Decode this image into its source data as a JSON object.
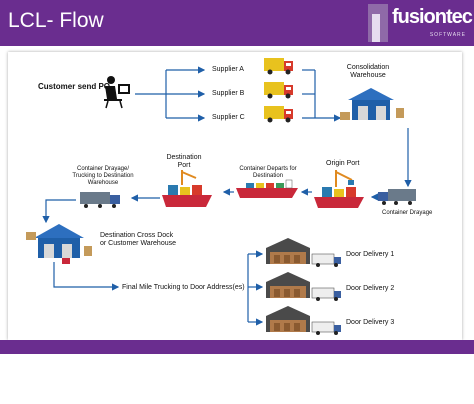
{
  "header": {
    "title": "LCL- Flow"
  },
  "logo": {
    "name": "fusiontec",
    "tagline": "SOFTWARE"
  },
  "diagram": {
    "customer": "Customer send PO",
    "suppliers": [
      "Supplier A",
      "Supplier B",
      "Supplier C"
    ],
    "consolidation": "Consolidation Warehouse",
    "origin_port": "Origin Port",
    "container_drayage": "Container Drayage",
    "departs": "Container Departs for Destination",
    "destination_port": "Destination Port",
    "drayage_dest": "Container Drayage/ Trucking to Destination Warehouse",
    "cross_dock": "Destination Cross Dock or Customer Warehouse",
    "final_mile": "Final Mile Trucking to Door Address(es)",
    "deliveries": [
      "Door Delivery 1",
      "Door Delivery 2",
      "Door Delivery 3"
    ]
  },
  "colors": {
    "brand": "#6a2d8f",
    "arrow": "#1f5fa8",
    "truck": "#e8c21e",
    "cab": "#d73a2b",
    "ship_red": "#c9283a"
  }
}
